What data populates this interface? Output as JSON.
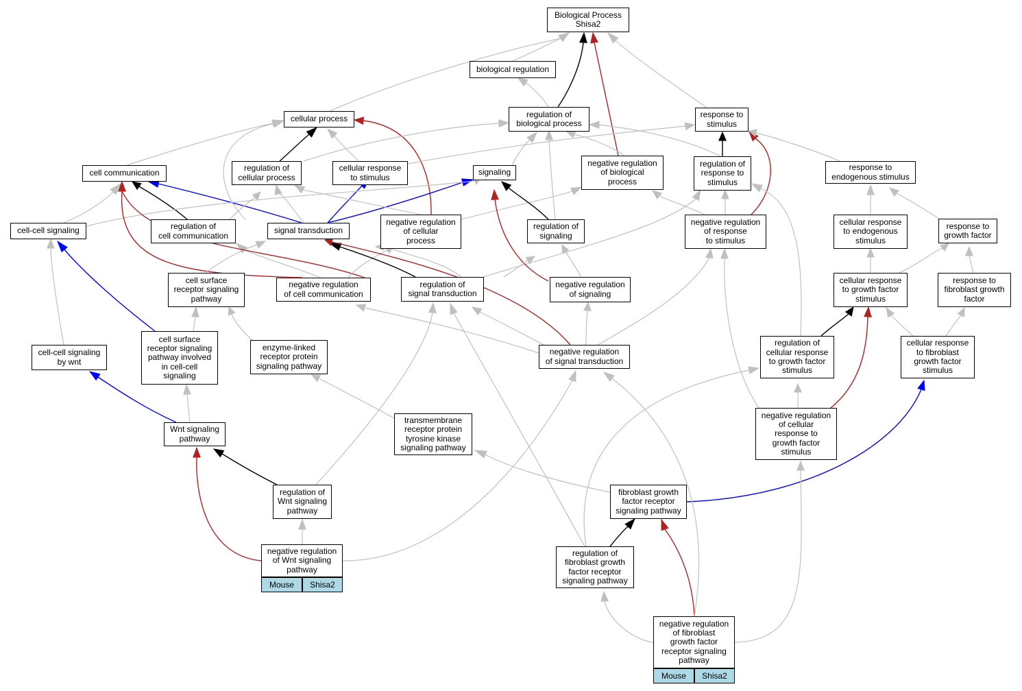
{
  "nodes": {
    "bp": "Biological Process\nShisa2",
    "bioreg": "biological regulation",
    "cellproc": "cellular process",
    "regbio": "regulation of\nbiological process",
    "resp": "response to\nstimulus",
    "cellcomm": "cell communication",
    "regcellproc": "regulation of\ncellular process",
    "cellresp": "cellular response\nto stimulus",
    "signaling": "signaling",
    "negbio": "negative regulation\nof biological\nprocess",
    "regresp": "regulation of\nresponse to\nstimulus",
    "respendo": "response to\nendogenous stimulus",
    "ccsig": "cell-cell signaling",
    "regcellcomm": "regulation of\ncell communication",
    "sigtrans": "signal transduction",
    "negcellproc": "negative regulation\nof cellular\nprocess",
    "regsig": "regulation of\nsignaling",
    "negresp": "negative regulation\nof response\nto stimulus",
    "cellrespendo": "cellular response\nto endogenous\nstimulus",
    "respgf": "response to\ngrowth factor",
    "csrsp": "cell surface\nreceptor signaling\npathway",
    "negcellcomm": "negative regulation\nof cell communication",
    "regsigtrans": "regulation of\nsignal transduction",
    "negsig": "negative regulation\nof signaling",
    "cellrespgf": "cellular response\nto growth factor\nstimulus",
    "respfgf": "response to\nfibroblast growth\nfactor",
    "ccwnt": "cell-cell signaling\nby wnt",
    "csrcc": "cell surface\nreceptor signaling\npathway involved\nin cell-cell\nsignaling",
    "enzyme": "enzyme-linked\nreceptor protein\nsignaling pathway",
    "negsigtrans": "negative regulation\nof signal transduction",
    "regcellrespgf": "regulation of\ncellular response\nto growth factor\nstimulus",
    "cellrespfgf": "cellular response\nto fibroblast\ngrowth factor\nstimulus",
    "rtk": "transmembrane\nreceptor protein\ntyrosine kinase\nsignaling pathway",
    "negcellrespgf": "negative regulation\nof cellular\nresponse to\ngrowth factor\nstimulus",
    "wnt": "Wnt signaling\npathway",
    "regwnt": "regulation of\nWnt signaling\npathway",
    "fgfr": "fibroblast growth\nfactor receptor\nsignaling pathway",
    "negwnt": "negative regulation\nof Wnt signaling\npathway",
    "regfgfr": "regulation of\nfibroblast growth\nfactor receptor\nsignaling pathway",
    "negfgfr": "negative regulation\nof fibroblast\ngrowth factor\nreceptor signaling\npathway"
  },
  "tags": {
    "negwnt": [
      "Mouse",
      "Shisa2"
    ],
    "negfgfr": [
      "Mouse",
      "Shisa2"
    ]
  },
  "edge_colors": {
    "gray": "#c0c0c0",
    "black": "#000000",
    "red": "#b22222",
    "blue": "#0000ff"
  }
}
